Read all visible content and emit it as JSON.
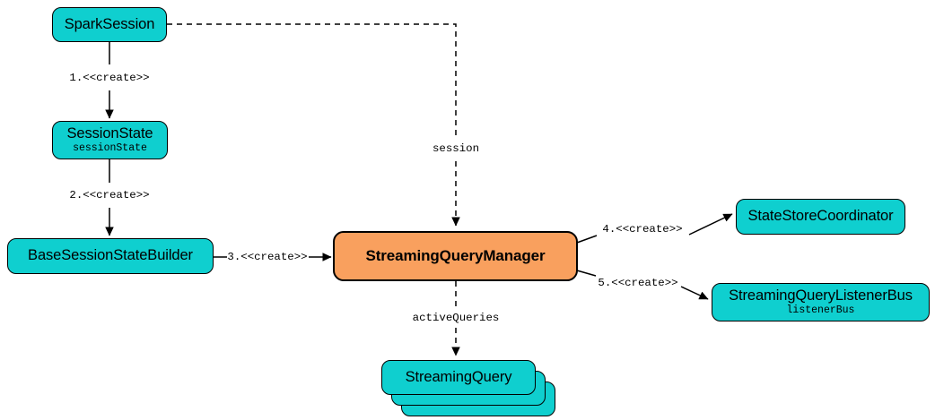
{
  "diagram": {
    "background": "#ffffff",
    "colors": {
      "node_fill": "#0fcfcf",
      "highlight_fill": "#f9a05e",
      "stroke": "#000000",
      "text": "#000000"
    },
    "nodes": [
      {
        "id": "spark-session",
        "title": "SparkSession",
        "field": ""
      },
      {
        "id": "session-state",
        "title": "SessionState",
        "field": "sessionState"
      },
      {
        "id": "base-session-state-builder",
        "title": "BaseSessionStateBuilder",
        "field": ""
      },
      {
        "id": "streaming-query-manager",
        "title": "StreamingQueryManager",
        "field": ""
      },
      {
        "id": "state-store-coordinator",
        "title": "StateStoreCoordinator",
        "field": ""
      },
      {
        "id": "streaming-query-listener-bus",
        "title": "StreamingQueryListenerBus",
        "field": "listenerBus"
      },
      {
        "id": "streaming-query",
        "title": "StreamingQuery",
        "field": ""
      }
    ],
    "edge_labels": [
      {
        "id": "edge-label-1",
        "text": "1.<<create>>"
      },
      {
        "id": "edge-label-2",
        "text": "2.<<create>>"
      },
      {
        "id": "edge-label-3",
        "text": "3.<<create>>"
      },
      {
        "id": "edge-label-4",
        "text": "4.<<create>>"
      },
      {
        "id": "edge-label-5",
        "text": "5.<<create>>"
      },
      {
        "id": "edge-label-session",
        "text": "session"
      },
      {
        "id": "edge-label-active-queries",
        "text": "activeQueries"
      }
    ]
  }
}
